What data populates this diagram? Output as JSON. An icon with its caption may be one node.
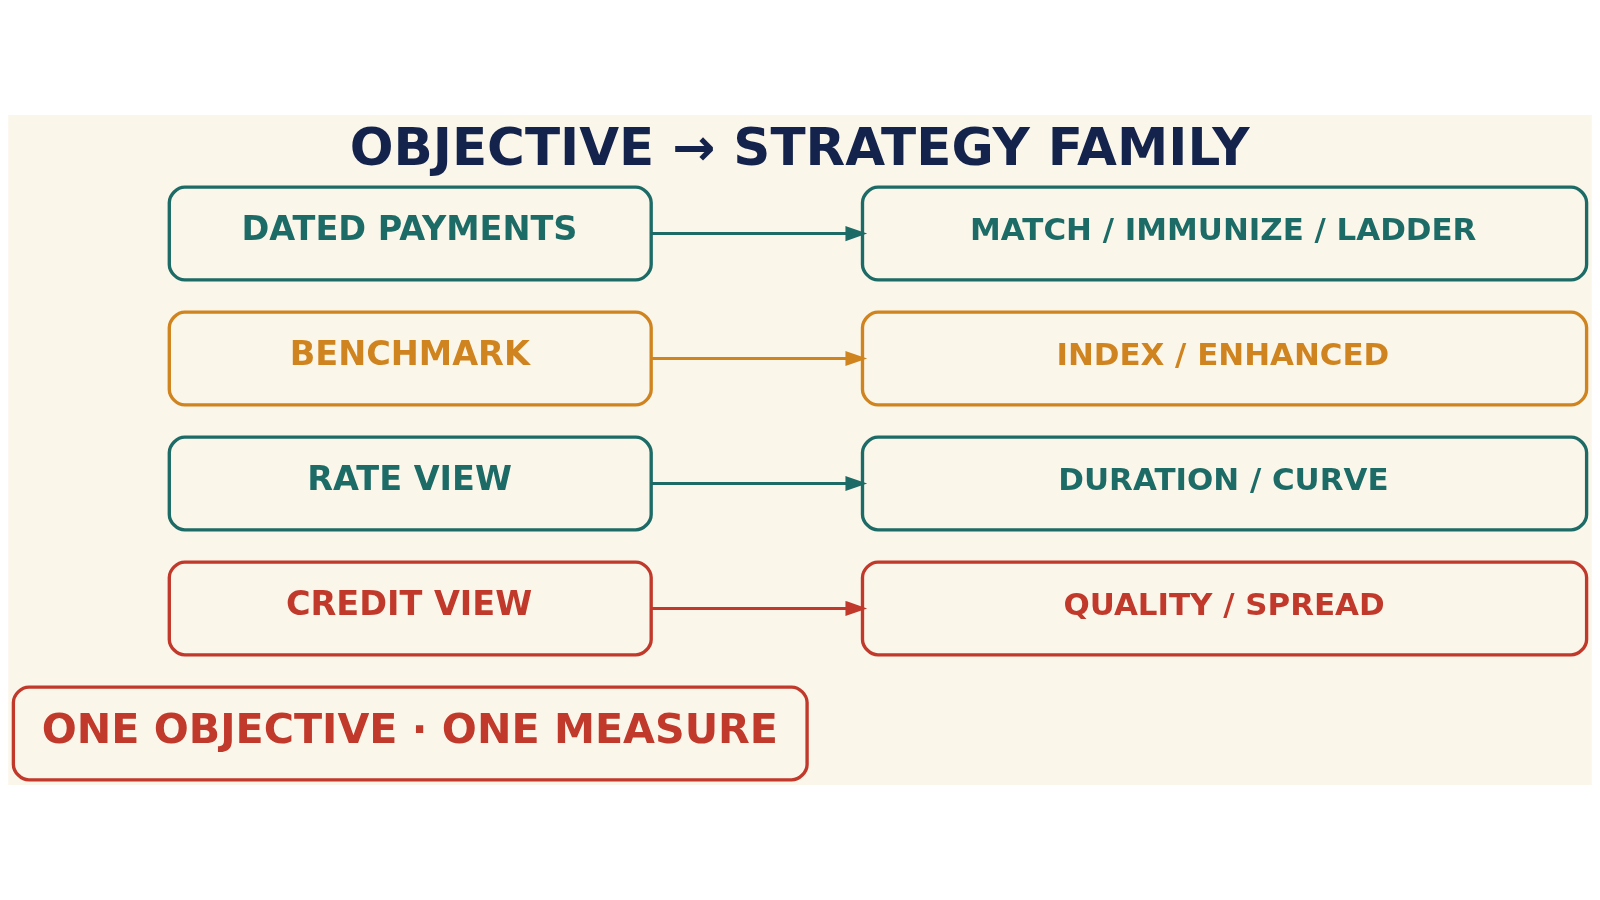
{
  "diagram": {
    "title": "OBJECTIVE → STRATEGY FAMILY",
    "nodes": [
      {
        "text": [
          "DATED PAYMENTS"
        ]
      },
      {
        "text": [
          "MATCH / IMMUNIZE / LADDER"
        ]
      },
      {
        "text": [
          "BENCHMARK"
        ]
      },
      {
        "text": [
          "INDEX / ENHANCED"
        ]
      },
      {
        "text": [
          "RATE VIEW"
        ]
      },
      {
        "text": [
          "DURATION / CURVE"
        ]
      },
      {
        "text": [
          "CREDIT VIEW"
        ]
      },
      {
        "text": [
          "QUALITY / SPREAD"
        ]
      },
      {
        "text": [
          "ONE OBJECTIVE · ONE MEASURE"
        ]
      }
    ],
    "edges": [
      {
        "from": 0,
        "to": 1,
        "arrow": "to"
      },
      {
        "from": 2,
        "to": 3,
        "arrow": "to",
        "color": "#d0841f"
      },
      {
        "from": 4,
        "to": 5,
        "arrow": "to"
      },
      {
        "from": 6,
        "to": 7,
        "arrow": "to",
        "color": "#c0392b"
      }
    ]
  }
}
